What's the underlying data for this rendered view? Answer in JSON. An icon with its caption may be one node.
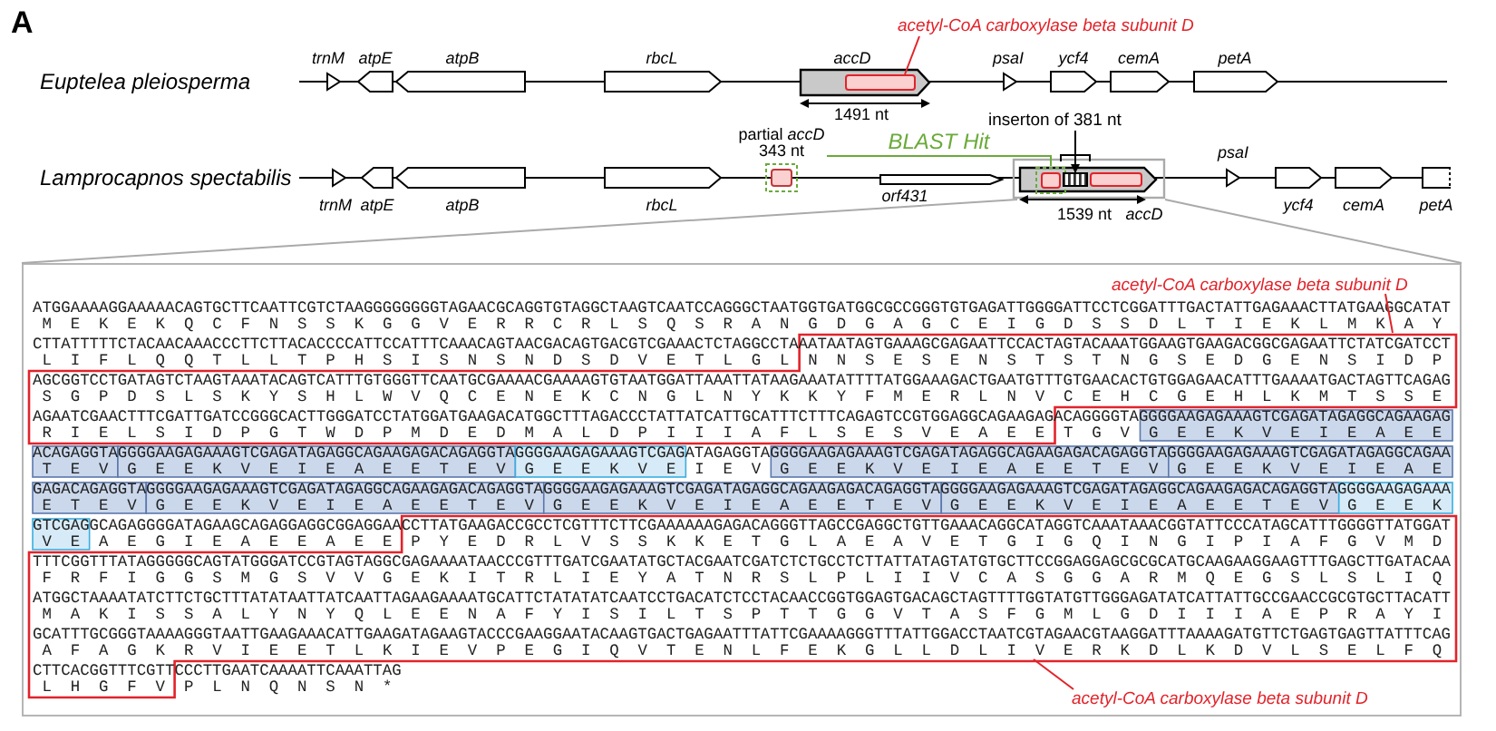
{
  "diagram": {
    "nodes": [
      {
        "text": [
          "trnM"
        ]
      },
      {
        "text": [
          "atpE"
        ]
      },
      {
        "text": [
          "atpB"
        ]
      },
      {
        "text": [
          "rbcL"
        ]
      },
      {
        "text": [
          "accD"
        ],
        "beside": [
          "1491 nt"
        ]
      },
      {
        "text": [],
        "shape": "bar",
        "in": 4
      },
      {
        "text": [
          "psaI"
        ]
      },
      {
        "text": [
          "ycf4"
        ]
      },
      {
        "text": [
          "cemA"
        ]
      },
      {
        "text": [
          "petA"
        ]
      },
      {
        "text": [
          "acetyl-CoA carboxylase beta subunit D"
        ]
      },
      {
        "text": [
          "trnM"
        ]
      },
      {
        "text": [
          "atpE"
        ]
      },
      {
        "text": [
          "atpB"
        ]
      },
      {
        "text": [
          "rbcL"
        ]
      },
      {
        "text": [
          "partial *accD*",
          "343 nt"
        ]
      },
      {
        "text": [
          "orf431"
        ]
      },
      {
        "text": [
          "accD"
        ],
        "beside": [
          "1539 nt"
        ]
      },
      {
        "text": [],
        "shape": "bar",
        "in": 17
      },
      {
        "text": [],
        "shape": "bar",
        "in": 17
      },
      {
        "text": [],
        "shape": "bar",
        "in": 17
      },
      {
        "text": [
          "psaI"
        ]
      },
      {
        "text": [
          "ycf4"
        ]
      },
      {
        "text": [
          "cemA"
        ]
      },
      {
        "text": [
          "petA"
        ]
      },
      {
        "text": [
          "inserton of 381 nt"
        ]
      },
      {
        "text": [
          "ATGGAAAAGGAAAAACAGTGCTTCAATTCGTCTAAGGGGGGGGTAGAACGCAGGTGTAGGCTAAGTCAATCCAGGGCTAATGGTGATGGCGCCGGGTGTGAGATTGGGGATTCCTCGGATTTGACTATTGAGAAACTTATGAAGGCATAT",
          "M E K E K Q C F N S S K G G V E R R C R L S Q S R A N G D G A G C E I G D S S D L T I E K L M K A Y",
          "CTTATTTTTCTACAACAAACCCTTCTTACACCCCATTCCATTTCAAACAGTAACGACAGTGACGTCGAAACTCTAGGCCTAAATAATAGTGAAAGCGAGAATTCCACTAGTACAAATGGAAGTGAAGACGGCGAGAATTCTATCGATCCT",
          "L I F L Q Q T L L T P H S I S N S N D S D V E T L G L N N S E S E N S T S T N G S E D G E N S I D P",
          "AGCGGTCCTGATAGTCTAAGTAAATACAGTCATTTGTGGGTTCAATGCGAAAACGAAAAGTGTAATGGATTAAATTATAAGAAATATTTTATGGAAAGACTGAATGTTTGTGAACACTGTGGAGAACATTTGAAAATGACTAGTTCAGAG",
          "S G P D S L S K Y S H L W V Q C E N E K C N G L N Y K K Y F M E R L N V C E H C G E H L K M T S S E",
          "AGAATCGAACTTTCGATTGATCCGGGCACTTGGGATCCTATGGATGAAGACATGGCTTTAGACCCTATTATCATTGCATTTCTTTCAGAGTCCGTGGAGGCAGAAGAGACAGGGGTAGGGGAAGAGAAAGTCGAGATAGAGGCAGAAGAG",
          "R I E L S I D P G T W D P M D E D M A L D P I I I A F L S E S V E A E E T G V G E E K V E I E A E E",
          "ACAGAGGTAGGGGAAGAGAAAGTCGAGATAGAGGCAGAAGAGACAGAGGTAGGGGAAGAGAAAGTCGAGATAGAGGTAGGGGAAGAGAAAGTCGAGATAGAGGCAGAAGAGACAGAGGTAGGGGAAGAGAAAGTCGAGATAGAGGCAGAA",
          "T E V G E E K V E I E A E E T E V G E E K V E I E V G E E K V E I E A E E T E V G E E K V E I E A E",
          "GAGACAGAGGTAGGGGAAGAGAAAGTCGAGATAGAGGCAGAAGAGACAGAGGTAGGGGAAGAGAAAGTCGAGATAGAGGCAGAAGAGACAGAGGTAGGGGAAGAGAAAGTCGAGATAGAGGCAGAAGAGACAGAGGTAGGGGAAGAGAAA",
          "E T E V G E E K V E I E A E E T E V G E E K V E I E A E E T E V G E E K V E I E A E E T E V G E E K",
          "GTCGAGGCAGAGGGGATAGAAGCAGAGGAGGCGGAGGAACCTTATGAAGACCGCCTCGTTTCTTCGAAAAAAGAGACAGGGTTAGCCGAGGCTGTTGAAACAGGCATAGGTCAAATAAACGGTATTCCCATAGCATTTGGGGTTATGGAT",
          "V E A E G I E A E E A E E P Y E D R L V S S K K E T G L A E A V E T G I G Q I N G I P I A F G V M D",
          "TTTCGGTTTATAGGGGGCAGTATGGGATCCGTAGTAGGCGAGAAAATAACCCGTTTGATCGAATATGCTACGAATCGATCTCTGCCTCTTATTATAGTATGTGCTTCCGGAGGAGCGCGCATGCAAGAAGGAAGTTTGAGCTTGATACAA",
          "F R F I G G S M G S V V G E K I T R L I E Y A T N R S L P L I I V C A S G G A R M Q E G S L S L I Q",
          "ATGGCTAAAATATCTTCTGCTTTATATAATTATCAATTAGAAGAAAATGCATTCTATATATCAATCCTGACATCTCCTACAACCGGTGGAGTGACAGCTAGTTTTGGTATGTTGGGAGATATCATTATTGCCGAACCGCGTGCTTACATT",
          "M A K I S S A L Y N Y Q L E E N A F Y I S I L T S P T T G G V T A S F G M L G D I I I A E P R A Y I",
          "GCATTTGCGGGTAAAAGGGTAATTGAAGAAACATTGAAGATAGAAGTACCCGAAGGAATACAAGTGACTGAGAATTTATTCGAAAAGGGTTTATTGGACCTAATCGTAGAACGTAAGGATTTAAAAGATGTTCTGAGTGAGTTATTTCAG",
          "A F A G K R V I E E T L K I E V P E G I Q V T E N L F E K G L L D L I V E R K D L K D V L S E L F Q",
          "CTTCACGGTTTCGTTCCCTTGAATCAAAATTCAAATTAG",
          "L H G F V P L N Q N S N *"
        ]
      },
      {
        "text": [
          "acetyl-CoA carboxylase beta subunit D"
        ],
        "in": 26
      },
      {
        "text": [
          "acetyl-CoA carboxylase beta subunit D"
        ],
        "in": 26
      }
    ],
    "edges": [
      {
        "from": 10,
        "to": 5,
        "arrow": "none",
        "color": "#e2232a"
      },
      {
        "from": 15,
        "to": 18,
        "arrow": "none",
        "label": "BLAST Hit",
        "color": "#6aaa3a"
      },
      {
        "from": 25,
        "to": 19,
        "arrow": "to",
        "color": "#000000"
      },
      {
        "from": 27,
        "to": null,
        "arrow": "none",
        "color": "#e2232a"
      },
      {
        "from": 28,
        "to": null,
        "arrow": "none",
        "color": "#e2232a"
      },
      {
        "from": 17,
        "to": 26,
        "arrow": "none",
        "color": "#aaaaaa"
      },
      {
        "from": 17,
        "to": 26,
        "arrow": "none",
        "color": "#aaaaaa"
      }
    ],
    "labels": [
      "A",
      "Euptelea pleiosperma",
      "Lamprocapnos spectabilis"
    ]
  }
}
